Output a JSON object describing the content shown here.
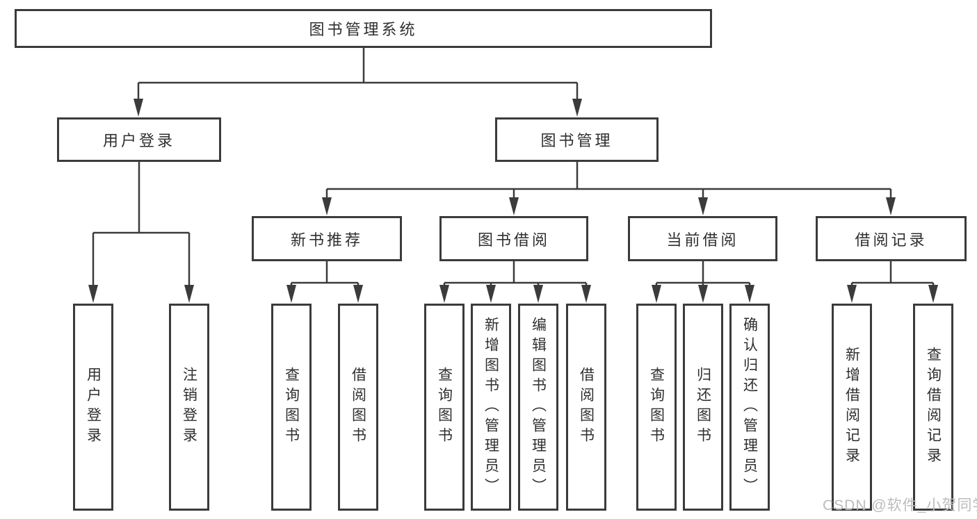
{
  "diagram_title": "图书管理系统",
  "tree": {
    "label": "图书管理系统",
    "children": [
      {
        "label": "用户登录",
        "children": [
          {
            "label": "用户登录"
          },
          {
            "label": "注销登录"
          }
        ]
      },
      {
        "label": "图书管理",
        "children": [
          {
            "label": "新书推荐",
            "children": [
              {
                "label": "查询图书"
              },
              {
                "label": "借阅图书"
              }
            ]
          },
          {
            "label": "图书借阅",
            "children": [
              {
                "label": "查询图书"
              },
              {
                "label": "新增图书（管理员）"
              },
              {
                "label": "编辑图书（管理员）"
              },
              {
                "label": "借阅图书"
              }
            ]
          },
          {
            "label": "当前借阅",
            "children": [
              {
                "label": "查询图书"
              },
              {
                "label": "归还图书"
              },
              {
                "label": "确认归还（管理员）"
              }
            ]
          },
          {
            "label": "借阅记录",
            "children": [
              {
                "label": "新增借阅记录"
              },
              {
                "label": "查询借阅记录"
              }
            ]
          }
        ]
      }
    ]
  },
  "watermark": {
    "text": "CSDN @软件_小贺同学",
    "color": "#bcbcbc"
  },
  "colors": {
    "background": "#ffffff",
    "line": "#3b3b3b",
    "text": "#2f2f2f"
  }
}
